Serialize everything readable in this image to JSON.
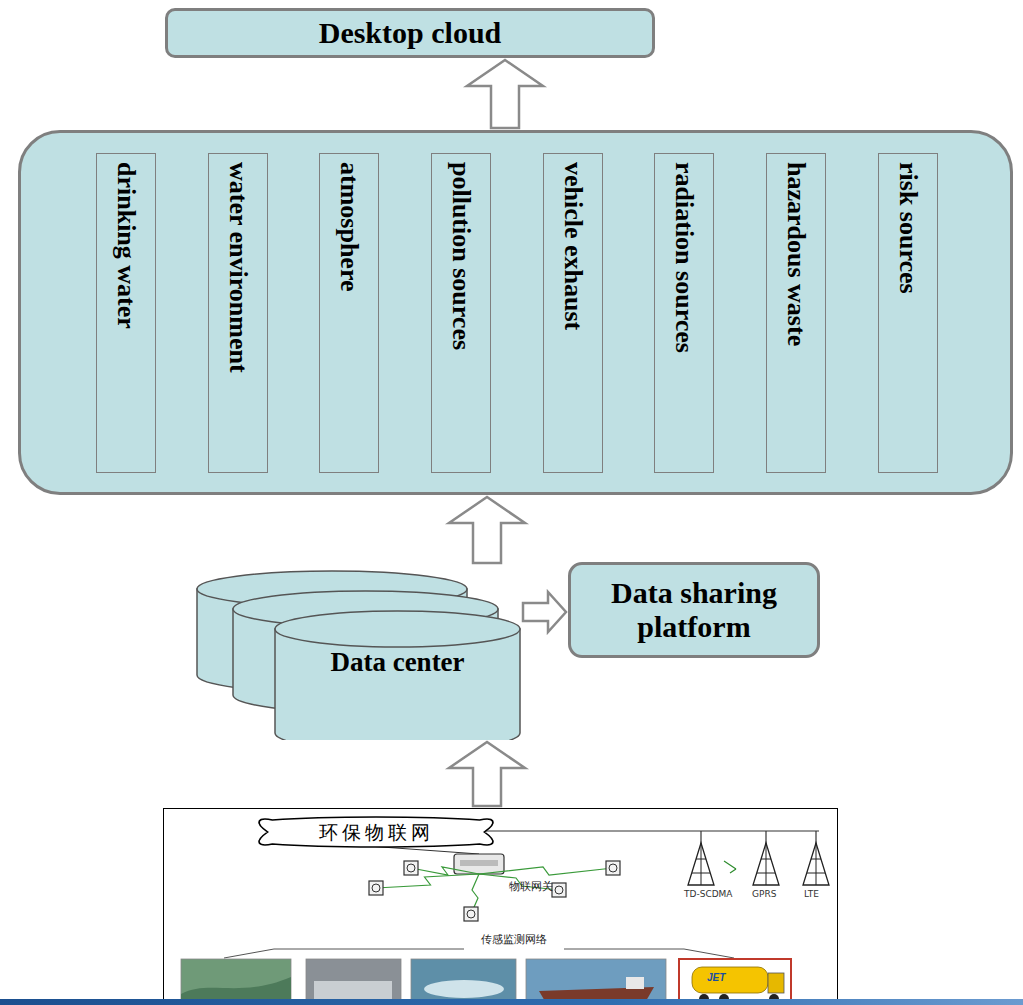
{
  "diagram": {
    "nodes": [
      {
        "text": [
          "Desktop cloud"
        ]
      },
      {
        "text": []
      },
      {
        "text": [
          "drinking water"
        ],
        "in": 1
      },
      {
        "text": [
          "water environment"
        ],
        "in": 1
      },
      {
        "text": [
          "atmosphere"
        ],
        "in": 1
      },
      {
        "text": [
          "pollution sources"
        ],
        "in": 1
      },
      {
        "text": [
          "vehicle exhaust"
        ],
        "in": 1
      },
      {
        "text": [
          "radiation sources"
        ],
        "in": 1
      },
      {
        "text": [
          "hazardous waste"
        ],
        "in": 1
      },
      {
        "text": [
          "risk sources"
        ],
        "in": 1
      },
      {
        "text": [
          "Data center"
        ]
      },
      {
        "text": [
          "Data sharing platform"
        ]
      },
      {
        "text": []
      },
      {
        "text": [
          "环保物联网"
        ],
        "in": 12
      }
    ],
    "edges": [
      {
        "from": 1,
        "to": 0,
        "arrow": "to"
      },
      {
        "from": 10,
        "to": 1,
        "arrow": "to"
      },
      {
        "from": 10,
        "to": 11,
        "arrow": "to"
      },
      {
        "from": 12,
        "to": 10,
        "arrow": "to"
      }
    ],
    "labels": [
      "物联网关",
      "传感监测网络",
      "TD-SCDMA",
      "GPRS",
      "LTE",
      "JET"
    ]
  }
}
